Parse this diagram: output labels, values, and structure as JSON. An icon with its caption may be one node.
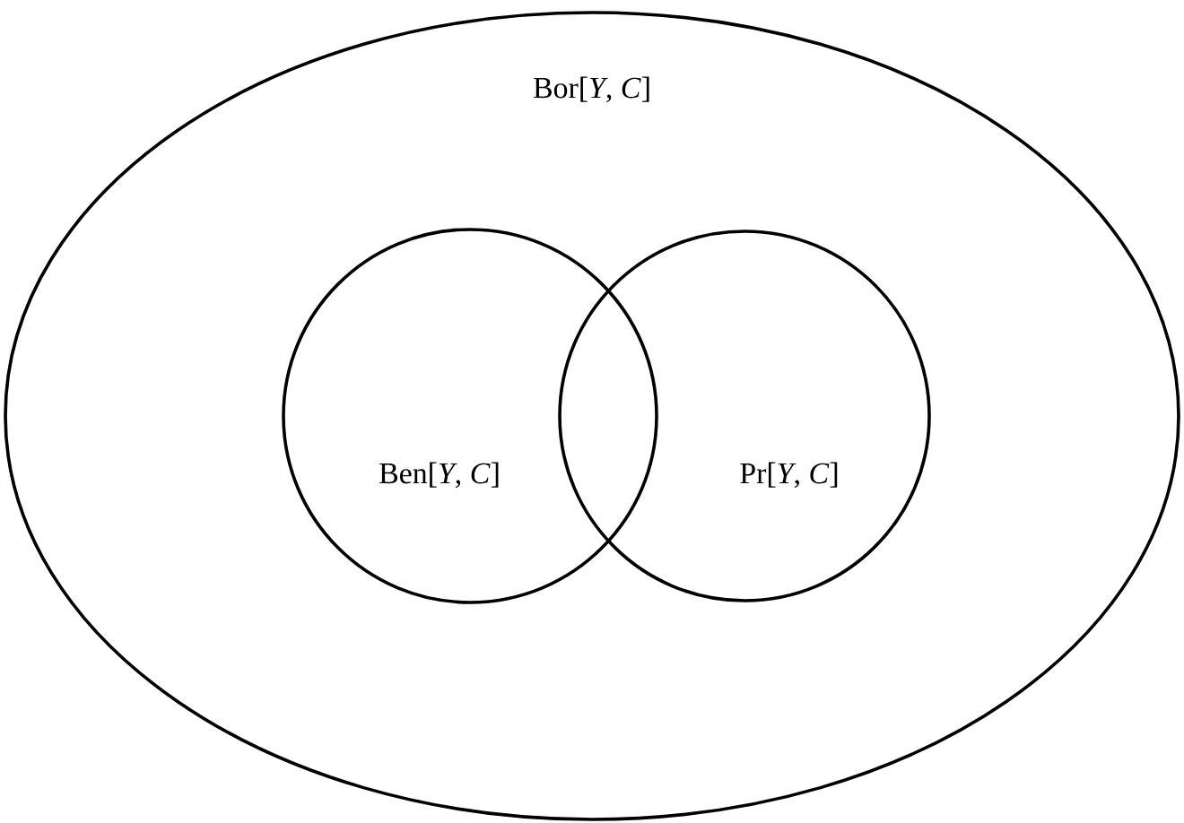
{
  "diagram": {
    "nodes": [
      {
        "text": [
          "Bor[*Y*, *C*]"
        ]
      },
      {
        "text": [
          "Ben[*Y*, *C*]"
        ],
        "in": 0
      },
      {
        "text": [
          "Pr[*Y*, *C*]"
        ],
        "in": 0
      }
    ]
  }
}
